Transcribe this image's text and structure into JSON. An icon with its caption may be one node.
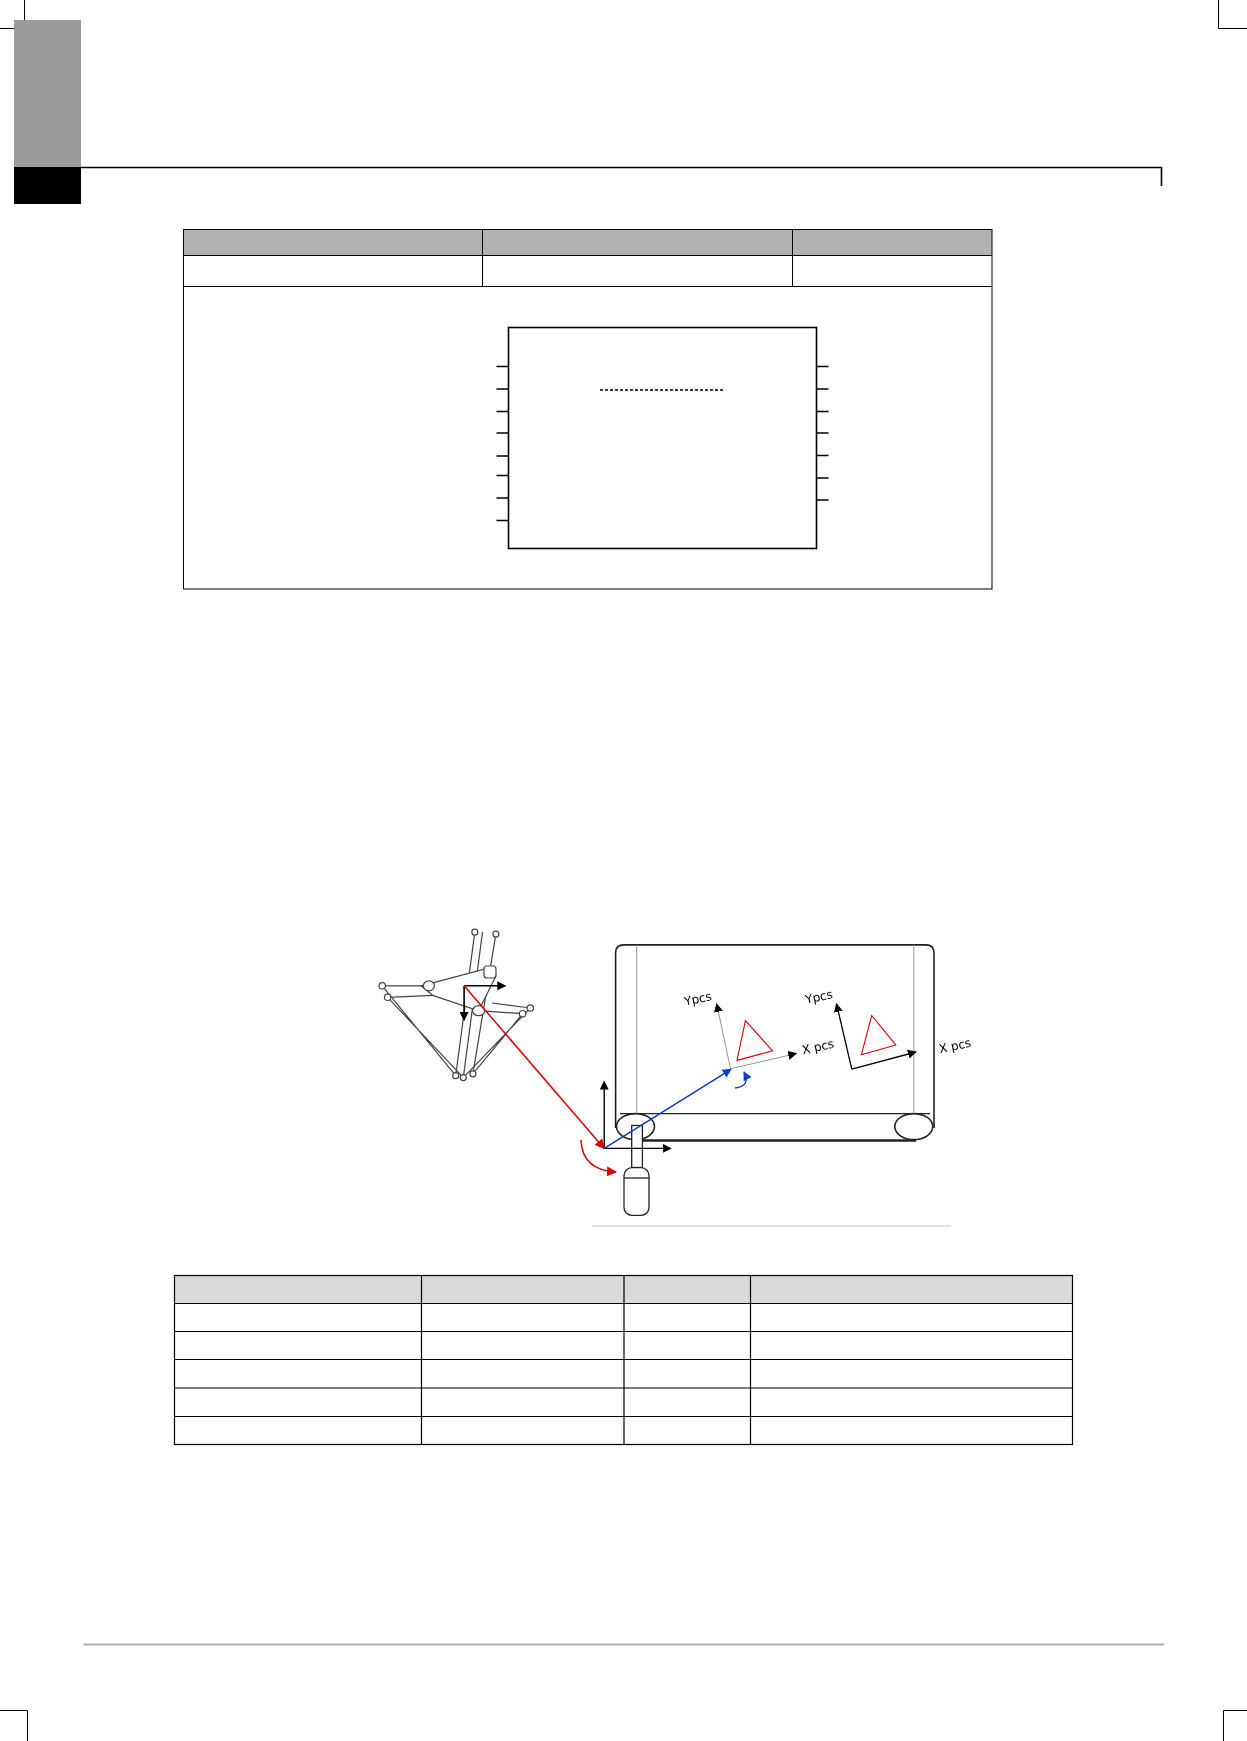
{
  "diagram": {
    "labels": [
      "Ypcs",
      "X pcs",
      "Ypcs",
      "X pcs"
    ]
  }
}
